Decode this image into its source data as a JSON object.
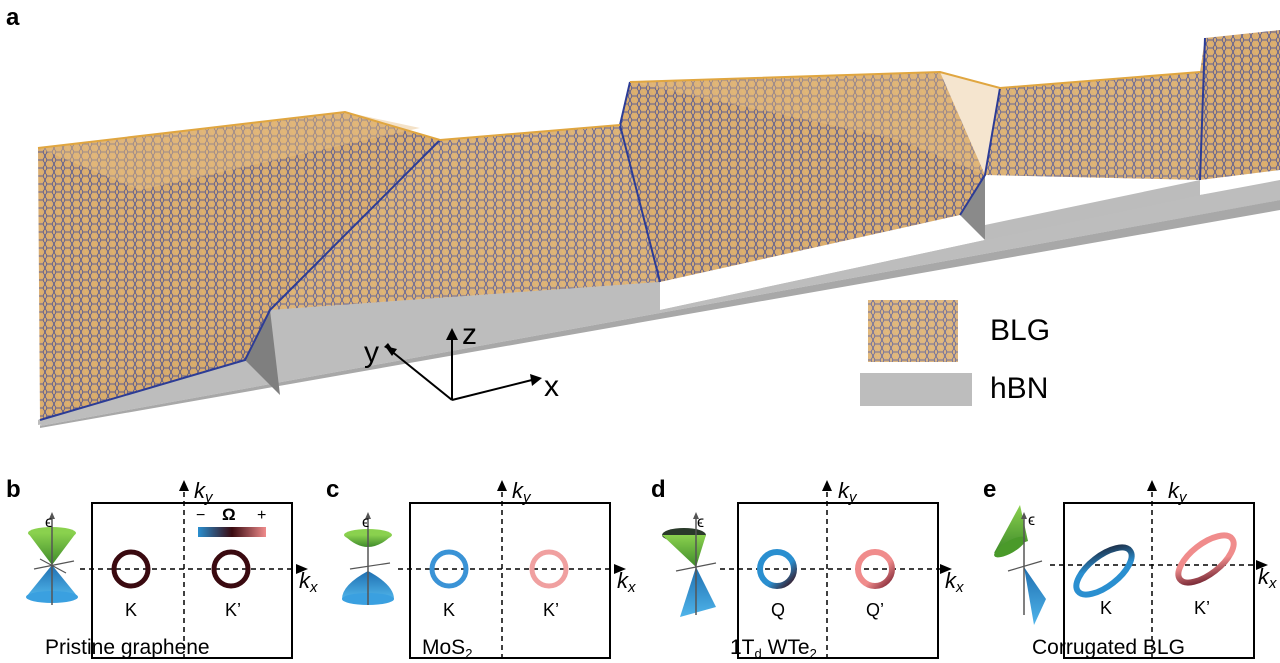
{
  "panels": {
    "a": {
      "letter": "a",
      "axes": {
        "x": "x",
        "y": "y",
        "z": "z"
      },
      "legend": {
        "blg": "BLG",
        "hbn": "hBN"
      },
      "colors": {
        "lattice_gold": "#e0a640",
        "lattice_blue": "#2c3c96",
        "substrate": "#bdbdbd"
      }
    },
    "b": {
      "letter": "b",
      "caption": "Pristine graphene",
      "ky": "k",
      "ky_sub": "y",
      "kx": "k",
      "kx_sub": "x",
      "valley_left": "K",
      "valley_right": "K’",
      "energy": "ϵ",
      "omega": {
        "symbol": "Ω",
        "minus": "−",
        "plus": "+"
      }
    },
    "c": {
      "letter": "c",
      "caption_main": "MoS",
      "caption_sub": "2",
      "ky": "k",
      "ky_sub": "y",
      "kx": "k",
      "kx_sub": "x",
      "valley_left": "K",
      "valley_right": "K’",
      "energy": "ϵ"
    },
    "d": {
      "letter": "d",
      "caption_a": "1T",
      "caption_a_sub": "d",
      "caption_b": " WTe",
      "caption_b_sub": "2",
      "ky": "k",
      "ky_sub": "y",
      "kx": "k",
      "kx_sub": "x",
      "valley_left": "Q",
      "valley_right": "Q’",
      "energy": "ϵ"
    },
    "e": {
      "letter": "e",
      "caption": "Corrugated BLG",
      "ky": "k",
      "ky_sub": "y",
      "kx": "k",
      "kx_sub": "x",
      "valley_left": "K",
      "valley_right": "K’",
      "energy": "ϵ"
    }
  },
  "colors": {
    "omega_negative": "#2a8fd0",
    "omega_zero": "#3a0a10",
    "omega_positive": "#f08c8c",
    "cone_top": "#6cbf3a",
    "cone_bottom": "#2a8fd0"
  }
}
